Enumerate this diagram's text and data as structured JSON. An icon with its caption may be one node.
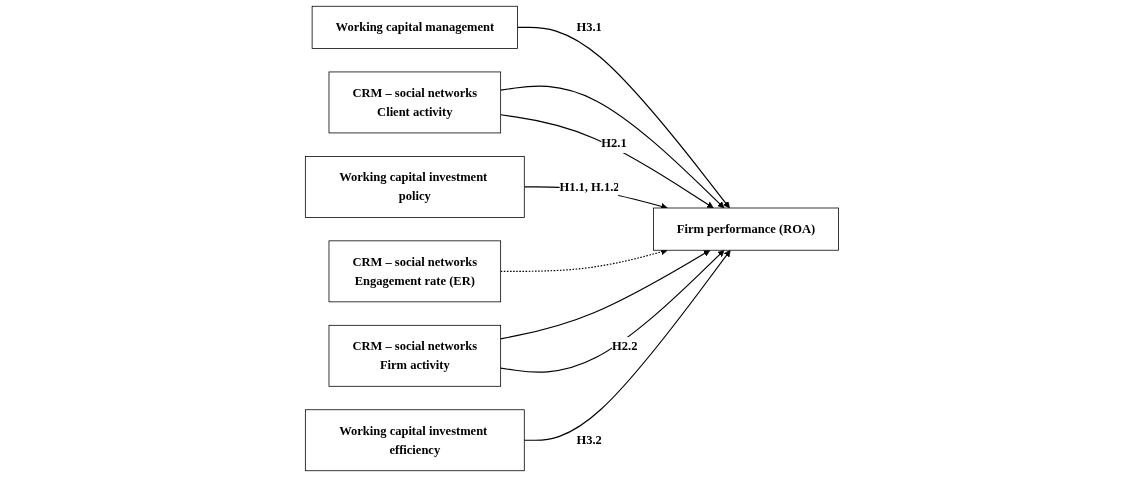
{
  "diagram": {
    "nodes": [
      {
        "text": [
          "Working capital management"
        ]
      },
      {
        "text": [
          "Working capital investment policy"
        ]
      },
      {
        "text": [
          "Working capital investment efficiency"
        ]
      },
      {
        "text": [
          "CRM – social networks",
          "Client activity"
        ]
      },
      {
        "text": [
          "Firm performance (ROA)"
        ]
      },
      {
        "text": [
          "CRM – social networks",
          "Firm activity"
        ]
      },
      {
        "text": [
          "CRM – social networks",
          "Engagement rate (ER)"
        ]
      }
    ],
    "edges": [
      {
        "from": 0,
        "to": 4,
        "arrow": "to",
        "label": "H3.1"
      },
      {
        "from": 3,
        "to": 4,
        "arrow": "to"
      },
      {
        "from": 3,
        "to": 4,
        "arrow": "to",
        "label": "H2.1"
      },
      {
        "from": 1,
        "to": 4,
        "arrow": "to",
        "label": "H1.1, H.1.2"
      },
      {
        "from": 6,
        "to": 4,
        "arrow": "to",
        "style": "dashed"
      },
      {
        "from": 5,
        "to": 4,
        "arrow": "to"
      },
      {
        "from": 5,
        "to": 4,
        "arrow": "to",
        "label": "H2.2"
      },
      {
        "from": 2,
        "to": 4,
        "arrow": "to",
        "label": "H3.2"
      }
    ]
  }
}
